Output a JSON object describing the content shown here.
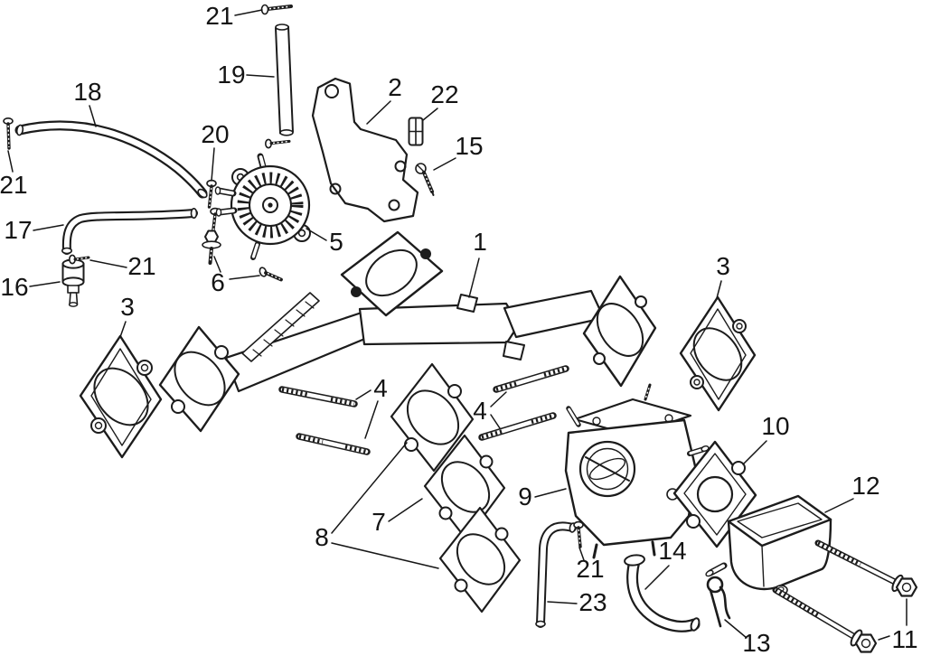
{
  "diagram": {
    "type": "exploded-parts-diagram",
    "subject": "intake manifold and carburetor assembly",
    "background_color": "#ffffff",
    "line_color": "#1c1c1c",
    "callouts": [
      {
        "id": "callout-21-top",
        "label": "21"
      },
      {
        "id": "callout-19",
        "label": "19"
      },
      {
        "id": "callout-2",
        "label": "2"
      },
      {
        "id": "callout-22",
        "label": "22"
      },
      {
        "id": "callout-15",
        "label": "15"
      },
      {
        "id": "callout-18",
        "label": "18"
      },
      {
        "id": "callout-20",
        "label": "20"
      },
      {
        "id": "callout-21-left",
        "label": "21"
      },
      {
        "id": "callout-17",
        "label": "17"
      },
      {
        "id": "callout-5",
        "label": "5"
      },
      {
        "id": "callout-16",
        "label": "16"
      },
      {
        "id": "callout-21-mid",
        "label": "21"
      },
      {
        "id": "callout-6",
        "label": "6"
      },
      {
        "id": "callout-1",
        "label": "1"
      },
      {
        "id": "callout-3-right",
        "label": "3"
      },
      {
        "id": "callout-3-left",
        "label": "3"
      },
      {
        "id": "callout-4-upper",
        "label": "4"
      },
      {
        "id": "callout-4-right",
        "label": "4"
      },
      {
        "id": "callout-10",
        "label": "10"
      },
      {
        "id": "callout-9",
        "label": "9"
      },
      {
        "id": "callout-12",
        "label": "12"
      },
      {
        "id": "callout-7",
        "label": "7"
      },
      {
        "id": "callout-8",
        "label": "8"
      },
      {
        "id": "callout-14",
        "label": "14"
      },
      {
        "id": "callout-21-bottom",
        "label": "21"
      },
      {
        "id": "callout-23",
        "label": "23"
      },
      {
        "id": "callout-13",
        "label": "13"
      },
      {
        "id": "callout-11",
        "label": "11"
      }
    ]
  }
}
